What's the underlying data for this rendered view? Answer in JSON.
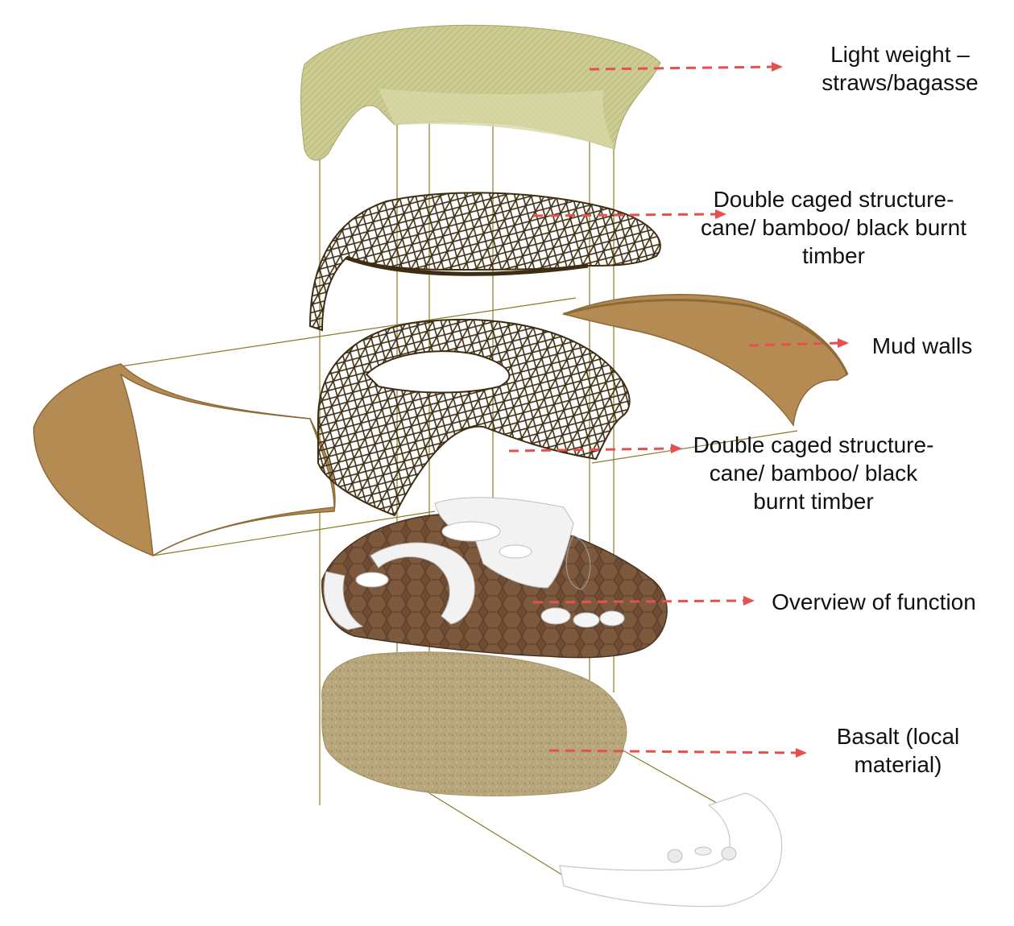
{
  "layers": [
    {
      "id": "roof",
      "label_lines": [
        "Light weight –",
        "straws/bagasse"
      ],
      "color": "#c9c98e"
    },
    {
      "id": "outer-cage",
      "label_lines": [
        "Double caged structure-",
        "cane/ bamboo/ black burnt",
        "timber"
      ],
      "color": "#3d2d12"
    },
    {
      "id": "mud-walls",
      "label_lines": [
        "Mud walls"
      ],
      "color": "#b48b52"
    },
    {
      "id": "inner-cage",
      "label_lines": [
        "Double caged structure-",
        "cane/ bamboo/ black",
        "burnt timber"
      ],
      "color": "#3d2d12"
    },
    {
      "id": "function",
      "label_lines": [
        "Overview of function"
      ],
      "color": "#6b4a30"
    },
    {
      "id": "basalt",
      "label_lines": [
        "Basalt (local",
        "material)"
      ],
      "color": "#b4a278"
    }
  ],
  "colors": {
    "arrow": "#e8504f",
    "guide_line": "#8a7a2a",
    "furniture": "#f2f2f2"
  }
}
